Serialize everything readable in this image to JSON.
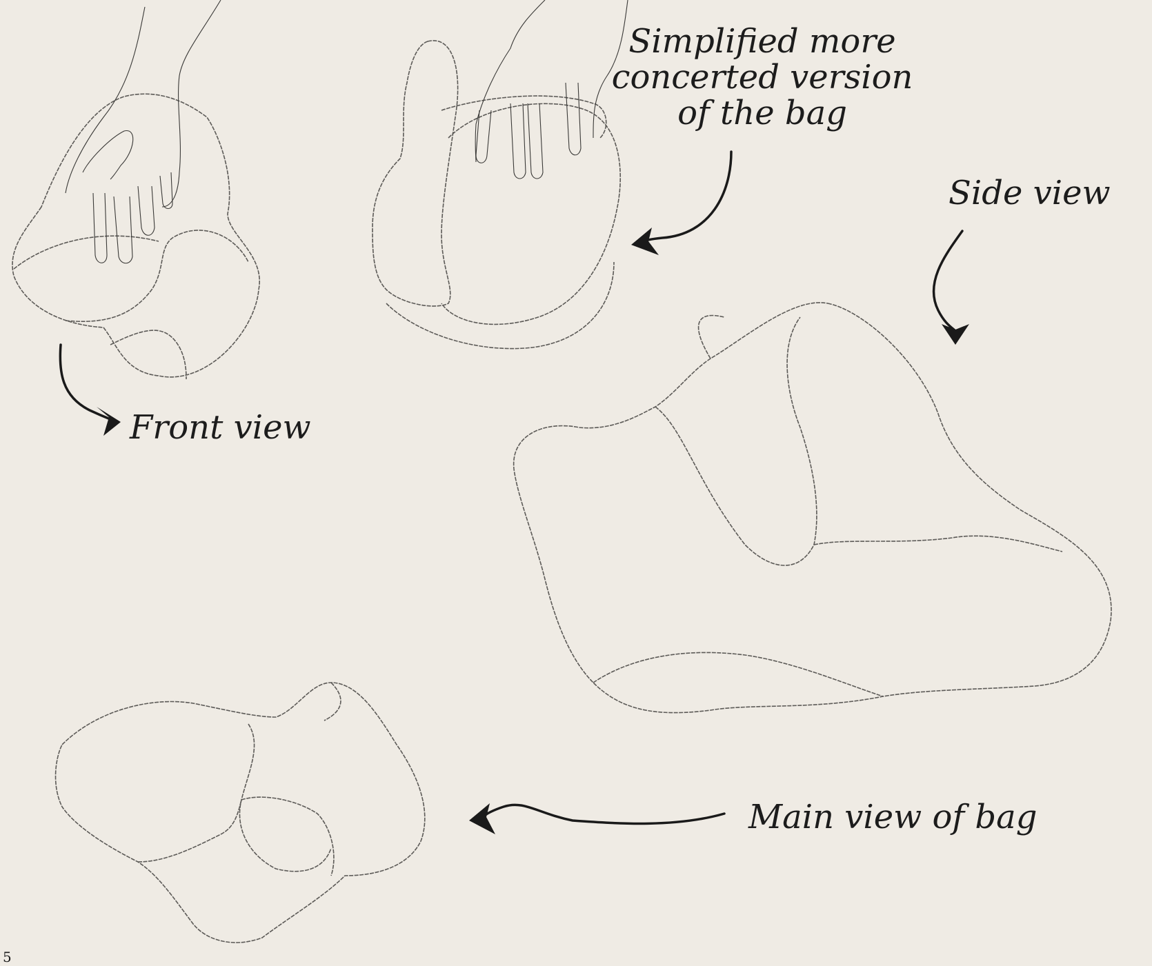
{
  "annotations": {
    "simplified_lines": [
      "Simplified more",
      "concerted version",
      "of the bag"
    ],
    "side_view": "Side view",
    "front_view": "Front view",
    "main_view": "Main view of bag",
    "page_number": "5"
  },
  "colors": {
    "paper": "#efebe4",
    "ink": "#1c1c1c",
    "pencil": "#5c5a57",
    "pattern": "#b9b6b0"
  }
}
